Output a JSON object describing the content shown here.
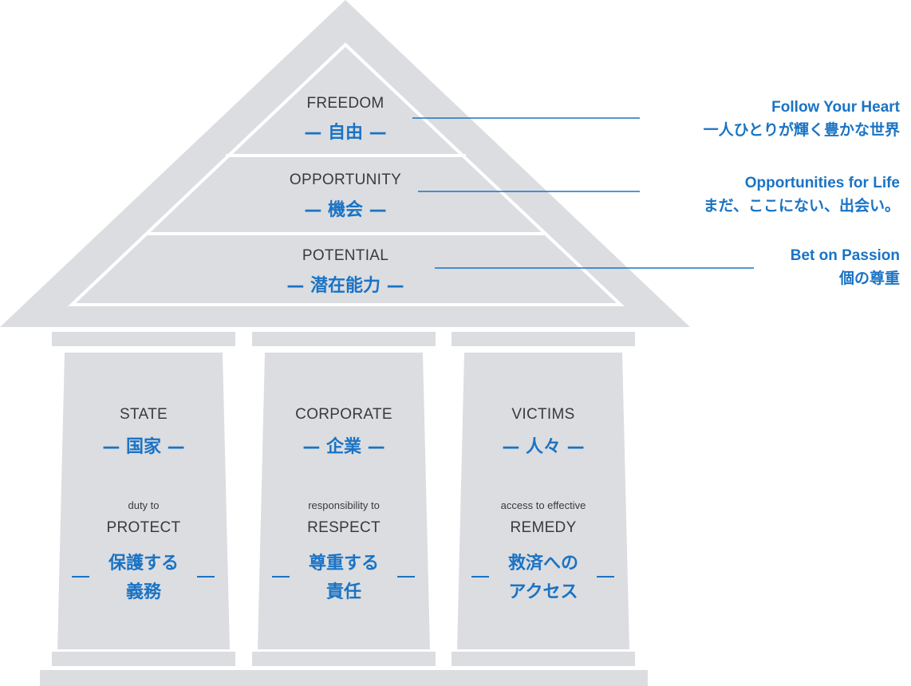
{
  "colors": {
    "gray_fill": "#dcdde0",
    "inner_fill": "#dcdde0",
    "white": "#ffffff",
    "blue": "#1a73c4",
    "text_dark": "#3a3a3a"
  },
  "roof_tiers": [
    {
      "en": "FREEDOM",
      "jp": "— 自由 —"
    },
    {
      "en": "OPPORTUNITY",
      "jp": "— 機会 —"
    },
    {
      "en": "POTENTIAL",
      "jp": "— 潜在能力 —"
    }
  ],
  "side_labels": [
    {
      "title": "Follow Your Heart",
      "sub": "一人ひとりが輝く豊かな世界"
    },
    {
      "title": "Opportunities for Life",
      "sub": "まだ、ここにない、出会い。"
    },
    {
      "title": "Bet on Passion",
      "sub": "個の尊重"
    }
  ],
  "pillars": [
    {
      "en": "STATE",
      "jp": "— 国家 —",
      "small": "duty to",
      "duty_en": "PROTECT",
      "duty_jp_line1": "保護する",
      "duty_jp_line2": "義務"
    },
    {
      "en": "CORPORATE",
      "jp": "— 企業 —",
      "small": "responsibility to",
      "duty_en": "RESPECT",
      "duty_jp_line1": "尊重する",
      "duty_jp_line2": "責任"
    },
    {
      "en": "VICTIMS",
      "jp": "— 人々 —",
      "small": "access to effective",
      "duty_en": "REMEDY",
      "duty_jp_line1": "救済への",
      "duty_jp_line2": "アクセス"
    }
  ]
}
